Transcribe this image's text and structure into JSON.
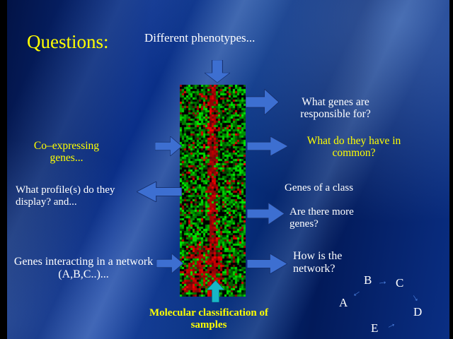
{
  "slide": {
    "title": "Questions:",
    "captions": {
      "different_phenotypes": "Different phenotypes...",
      "what_genes": "What genes are responsible for?",
      "co_expressing": "Co–expressing genes...",
      "in_common": "What do they have in common?",
      "what_profiles": "What profile(s) do they display? and...",
      "genes_of_class": "Genes of a class",
      "more_genes": "Are there more genes?",
      "genes_interacting": "Genes interacting in a network (A,B,C..)...",
      "how_network": "How is the network?",
      "molecular_classification": "Molecular classification of samples"
    }
  },
  "network": {
    "nodes": [
      "A",
      "B",
      "C",
      "D",
      "E"
    ]
  },
  "icons": {
    "edge_arrow": "→"
  },
  "colors": {
    "background_blue": "#07307f",
    "title_yellow": "#ffff00",
    "text_white": "#ffffff",
    "arrow_blue": "#3d6fd1",
    "arrow_cyan": "#18b6c8",
    "heatmap_red": "#cc0000",
    "heatmap_green": "#00aa00"
  }
}
